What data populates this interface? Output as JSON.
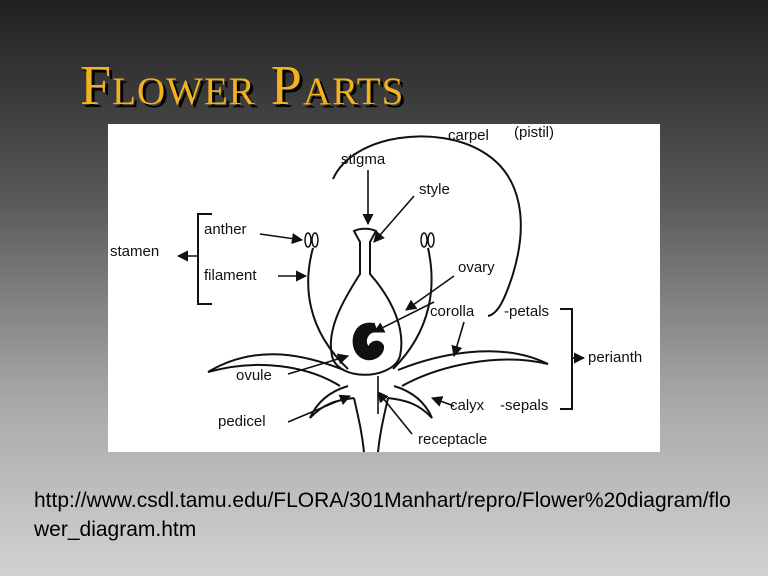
{
  "slide": {
    "title": "Flower Parts",
    "source_url": "http://www.csdl.tamu.edu/FLORA/301Manhart/repro/Flower%20diagram/flower_diagram.htm"
  },
  "diagram": {
    "labels": {
      "carpel": "carpel",
      "pistil": "(pistil)",
      "stigma": "stigma",
      "style": "style",
      "anther": "anther",
      "stamen": "stamen",
      "filament": "filament",
      "ovary": "ovary",
      "corolla": "corolla",
      "petals": "-petals",
      "perianth": "perianth",
      "ovule": "ovule",
      "calyx": "calyx",
      "sepals": "-sepals",
      "pedicel": "pedicel",
      "receptacle": "receptacle"
    }
  },
  "colors": {
    "title": "#f2b21f",
    "title_shadow": "#000000",
    "panel": "#ffffff",
    "ink": "#111111"
  }
}
